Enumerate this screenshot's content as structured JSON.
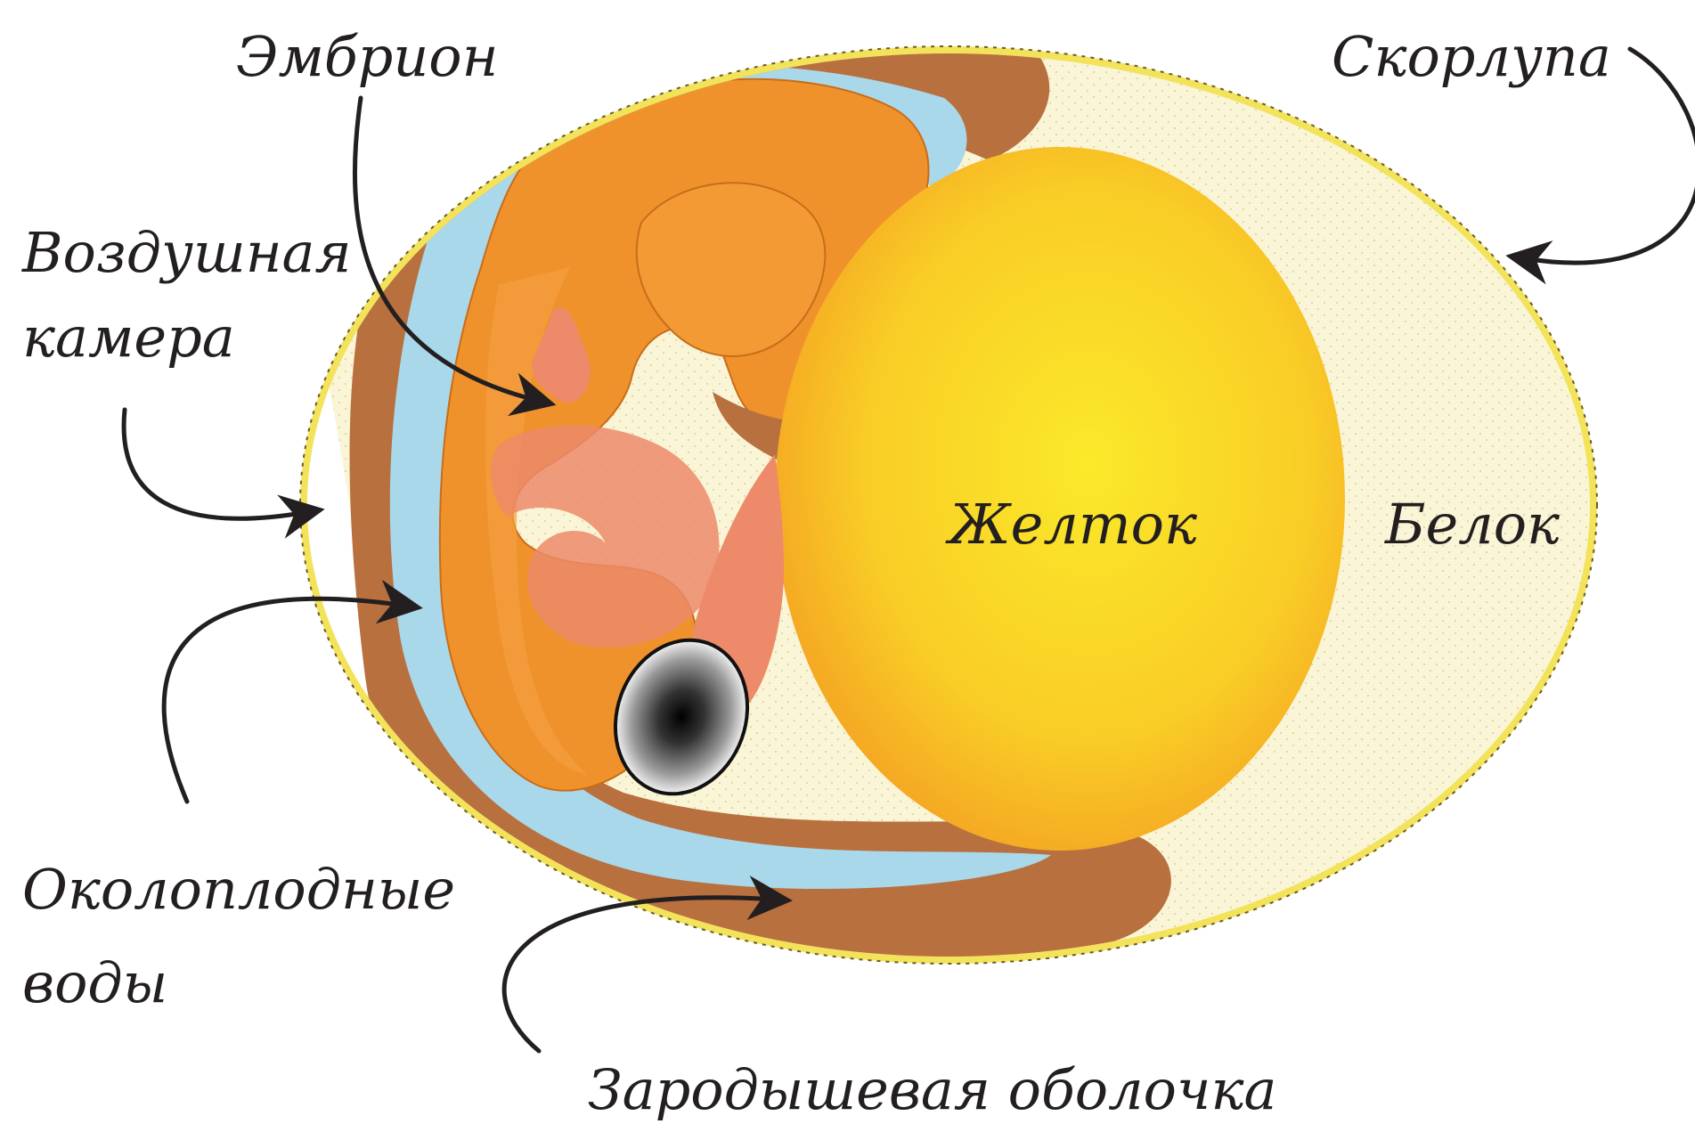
{
  "labels": {
    "embryo": "Эмбрион",
    "shell": "Скорлупа",
    "air_chamber_line1": "Воздушная",
    "air_chamber_line2": "камера",
    "yolk": "Желток",
    "albumen": "Белок",
    "amniotic_fluid_line1": "Околоплодные",
    "amniotic_fluid_line2": "воды",
    "germinal_membrane": "Зародышевая оболочка"
  },
  "colors": {
    "shell_outline": "#f2e35a",
    "albumen": "#faf5d6",
    "membrane": "#b8703e",
    "amniotic_fluid": "#a9d8ea",
    "embryo": "#f0922c",
    "embryo_pink": "#ec8a6a",
    "yolk_center": "#fbe92a",
    "yolk_edge": "#f4a323",
    "text": "#231f20"
  }
}
